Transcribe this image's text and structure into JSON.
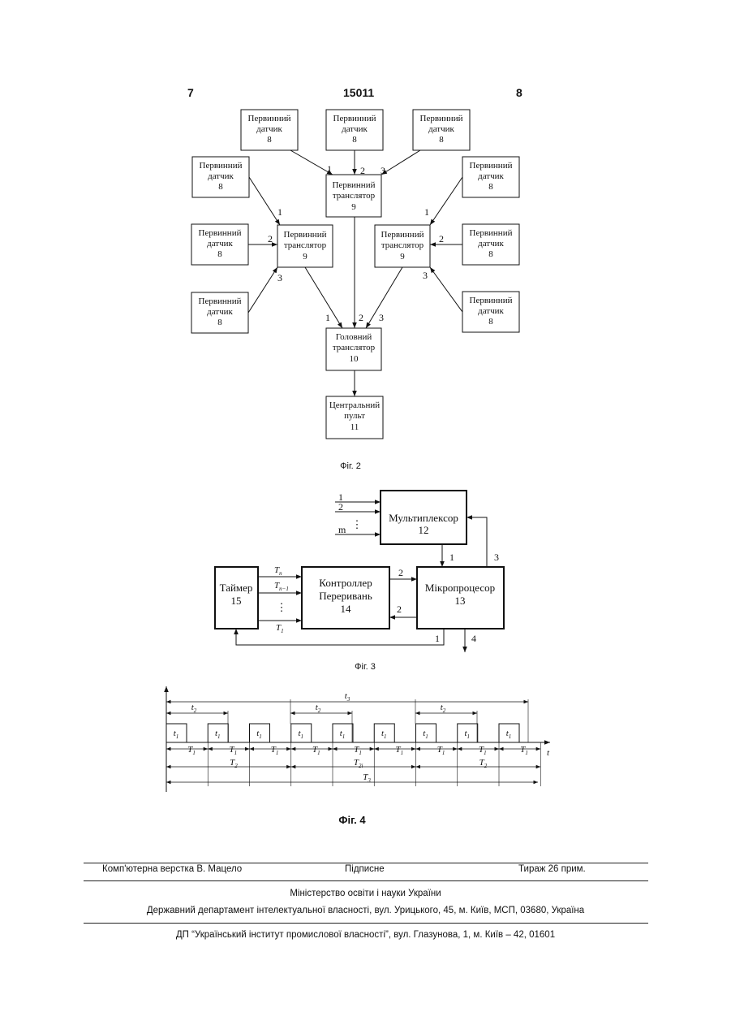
{
  "header": {
    "left_page": "7",
    "patent": "15011",
    "right_page": "8"
  },
  "fig2": {
    "sensor": [
      "Первинний",
      "датчик",
      "8"
    ],
    "translator": [
      "Первинний",
      "транслятор",
      "9"
    ],
    "head": [
      "Головний",
      "транслятор",
      "10"
    ],
    "central": [
      "Центральний",
      "пульт",
      "11"
    ],
    "ports": [
      "1",
      "2",
      "3"
    ],
    "caption": "Фіг. 2"
  },
  "fig3": {
    "inputs": [
      "1",
      "2",
      "m"
    ],
    "dots": "⋮",
    "mux": [
      "Мультиплексор",
      "12"
    ],
    "timer": [
      "Таймер",
      "15"
    ],
    "controller": [
      "Контроллер",
      "Переривань",
      "14"
    ],
    "cpu": [
      "Мікропроцесор",
      "13"
    ],
    "t_labels": [
      "T",
      "n",
      "T",
      "n−1",
      "T",
      "1"
    ],
    "links": [
      "1",
      "2",
      "2",
      "3",
      "1",
      "4"
    ],
    "caption": "Фіг. 3"
  },
  "fig4": {
    "t3": "t",
    "t3_sub": "3",
    "t2": "t",
    "t2_sub": "2",
    "t1": "t",
    "t1_sub": "1",
    "T1": "T",
    "T1_sub": "1",
    "T2": "T",
    "T2_sub": "2",
    "T2i": "T",
    "T2i_sub": "2i",
    "T3": "T",
    "T3_sub": "3",
    "axis": "t",
    "caption": "Фіг. 4"
  },
  "footer": {
    "layout": "Комп'ютерна верстка В. Мацело",
    "signed": "Підписне",
    "print_run": "Тираж 26 прим.",
    "ministry": "Міністерство освіти і науки України",
    "department": "Державний департамент інтелектуальної власності, вул. Урицького, 45, м. Київ, МСП, 03680, Україна",
    "institute": "ДП “Український інститут промислової власності”, вул. Глазунова, 1, м. Київ – 42, 01601"
  }
}
